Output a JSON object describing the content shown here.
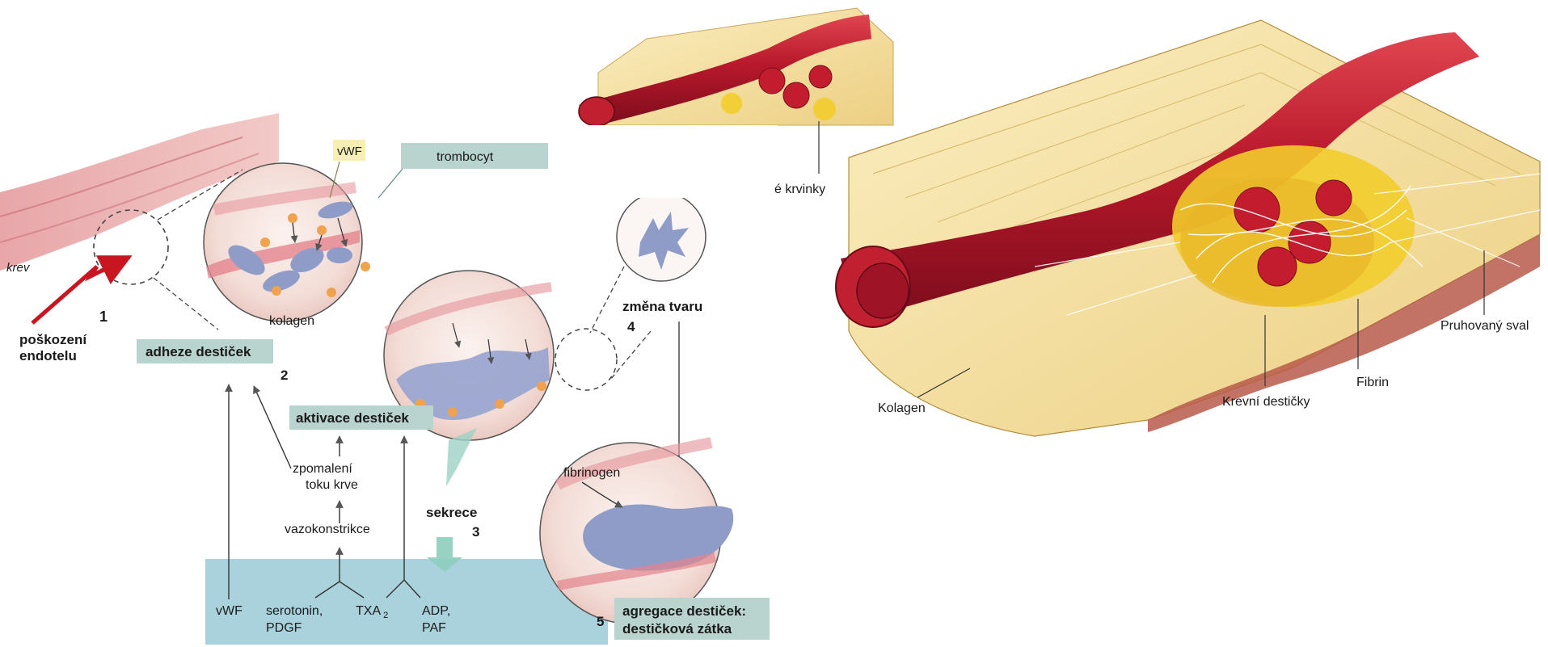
{
  "left_diagram": {
    "krev": "krev",
    "step1_num": "1",
    "step1_line1": "poškození",
    "step1_line2": "endotelu",
    "vwf_tag": "vWF",
    "trombocyt_tag": "trombocyt",
    "kolagen": "kolagen",
    "adheze_box": "adheze destiček",
    "step2_num": "2",
    "aktivace_box": "aktivace destiček",
    "zpomaleni_line1": "zpomalení",
    "zpomaleni_line2": "toku krve",
    "vazokonstrikce": "vazokonstrikce",
    "sekrece": "sekrece",
    "step3_num": "3",
    "zmena_tvaru": "změna tvaru",
    "step4_num": "4",
    "fibrinogen": "fibrinogen",
    "step5_num": "5",
    "agregace_line1": "agregace destiček:",
    "agregace_line2": "destičková zátka",
    "bottom_vwf": "vWF",
    "serotonin_line1": "serotonin,",
    "serotonin_line2": "PDGF",
    "txa": "TXA",
    "txa_sub": "2",
    "adp_line1": "ADP,",
    "adp_line2": "PAF"
  },
  "small_illustration": {
    "cut_label": "é krvinky"
  },
  "right_illustration": {
    "kolagen": "Kolagen",
    "krevni_desticky": "Krevní destičky",
    "fibrin": "Fibrin",
    "pruhovany_sval": "Pruhovaný sval"
  },
  "colors": {
    "box_fill": "#b9d3cf",
    "bottom_band": "#a9d2dc",
    "vessel_red": "#b8182b",
    "tissue_yellow": "#f3dfa0",
    "platelet_blue": "#8f9cc8",
    "plt_yellow": "#f2cc2c"
  }
}
